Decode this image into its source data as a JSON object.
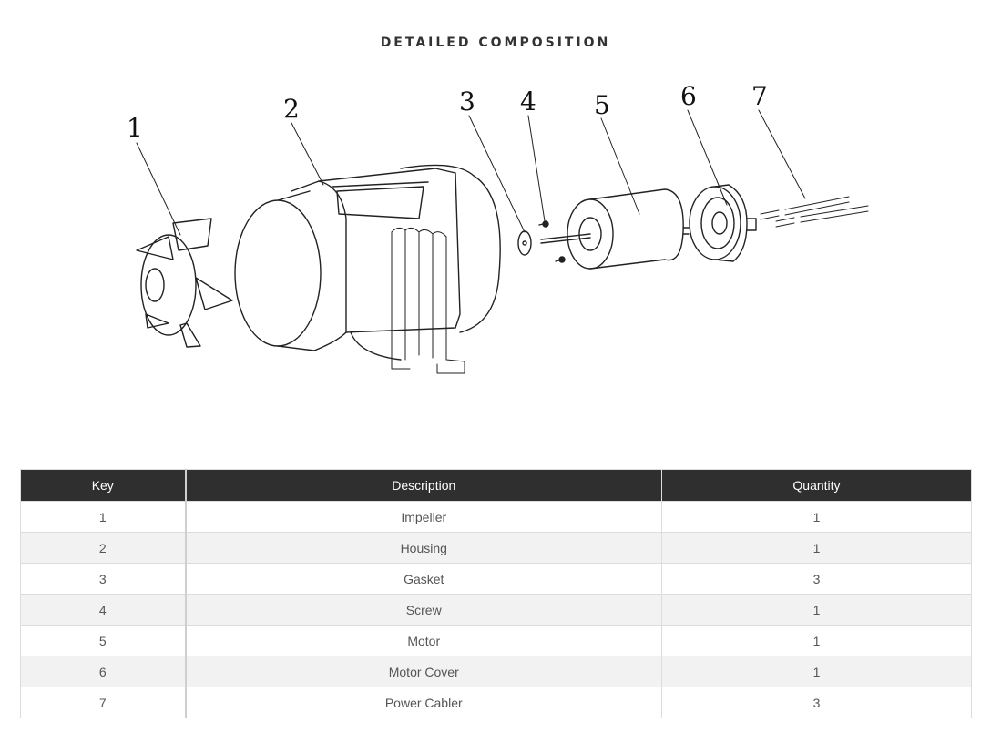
{
  "title": "DETAILED COMPOSITION",
  "diagram": {
    "callouts": [
      "1",
      "2",
      "3",
      "4",
      "5",
      "6",
      "7"
    ]
  },
  "table": {
    "headers": {
      "key": "Key",
      "description": "Description",
      "quantity": "Quantity"
    },
    "rows": [
      {
        "key": "1",
        "description": "Impeller",
        "quantity": "1"
      },
      {
        "key": "2",
        "description": "Housing",
        "quantity": "1"
      },
      {
        "key": "3",
        "description": "Gasket",
        "quantity": "3"
      },
      {
        "key": "4",
        "description": "Screw",
        "quantity": "1"
      },
      {
        "key": "5",
        "description": "Motor",
        "quantity": "1"
      },
      {
        "key": "6",
        "description": "Motor Cover",
        "quantity": "1"
      },
      {
        "key": "7",
        "description": "Power Cabler",
        "quantity": "3"
      }
    ]
  }
}
